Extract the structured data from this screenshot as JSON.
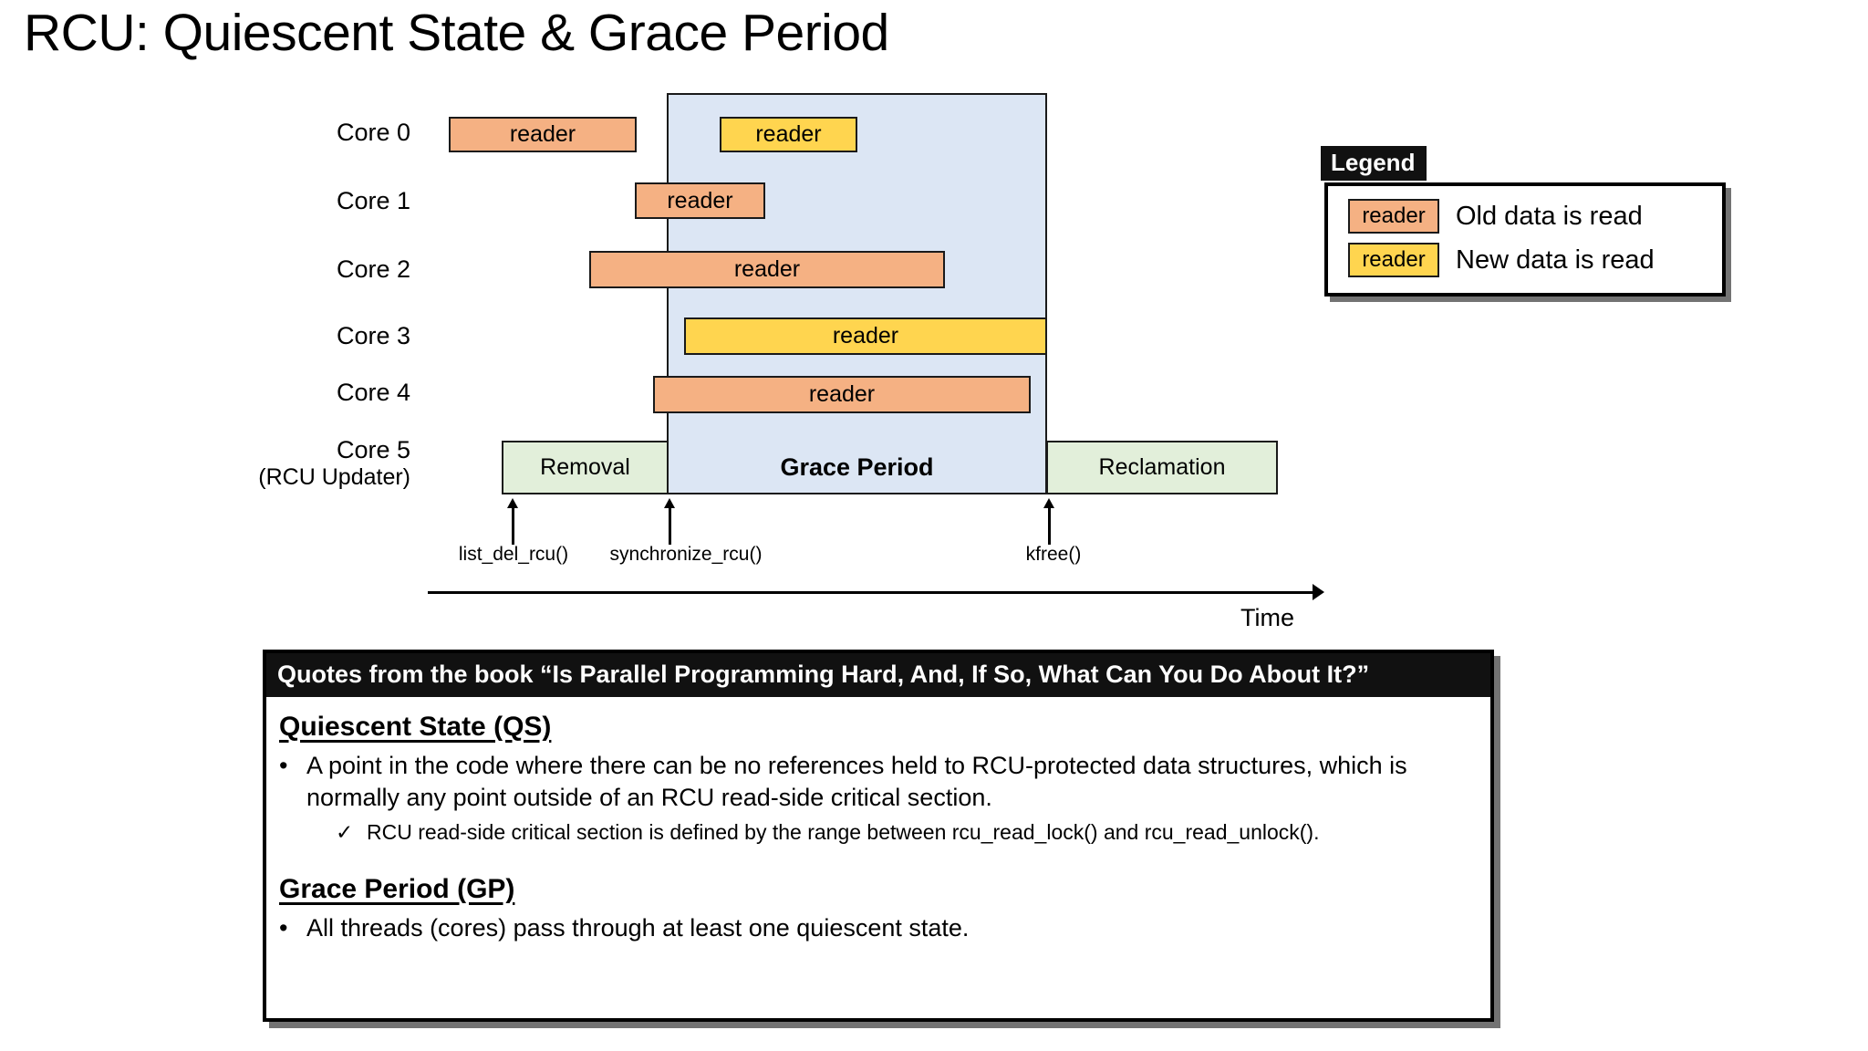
{
  "slide": {
    "title": "RCU: Quiescent State & Grace Period"
  },
  "diagram": {
    "cores": [
      {
        "label": "Core 0",
        "sub": ""
      },
      {
        "label": "Core 1",
        "sub": ""
      },
      {
        "label": "Core 2",
        "sub": ""
      },
      {
        "label": "Core 3",
        "sub": ""
      },
      {
        "label": "Core 4",
        "sub": ""
      },
      {
        "label": "Core 5",
        "sub": "(RCU Updater)"
      }
    ],
    "bars": [
      {
        "core": 0,
        "label": "reader",
        "kind": "old"
      },
      {
        "core": 0,
        "label": "reader",
        "kind": "new"
      },
      {
        "core": 1,
        "label": "reader",
        "kind": "old"
      },
      {
        "core": 2,
        "label": "reader",
        "kind": "old"
      },
      {
        "core": 3,
        "label": "reader",
        "kind": "new"
      },
      {
        "core": 4,
        "label": "reader",
        "kind": "old"
      },
      {
        "core": 5,
        "label": "Removal",
        "kind": "upd"
      },
      {
        "core": 5,
        "label": "Grace Period",
        "kind": "gp"
      },
      {
        "core": 5,
        "label": "Reclamation",
        "kind": "upd"
      }
    ],
    "labels": {
      "removal": "Removal",
      "grace_period": "Grace Period",
      "reclamation": "Reclamation",
      "reader": "reader"
    },
    "events": [
      {
        "label": "list_del_rcu()"
      },
      {
        "label": "synchronize_rcu()"
      },
      {
        "label": "kfree()"
      }
    ],
    "axis_label": "Time",
    "colors": {
      "old_reader": "#f5b183",
      "new_reader": "#ffd54f",
      "grace_period": "#dce6f4",
      "updater": "#e2efda",
      "outline": "#1a1a1a"
    }
  },
  "legend": {
    "title": "Legend",
    "rows": [
      {
        "swatch_label": "reader",
        "kind": "old",
        "text": "Old data is read"
      },
      {
        "swatch_label": "reader",
        "kind": "new",
        "text": "New data is read"
      }
    ]
  },
  "quotes": {
    "header": "Quotes from the book “Is Parallel Programming Hard, And, If So, What Can You Do About It?”",
    "sections": [
      {
        "heading": "Quiescent State (QS)",
        "bullet_marker": "•",
        "bullet": "A point in the code where there can be no references held to RCU-protected data structures, which is normally any point outside of an RCU read-side critical section.",
        "sub_marker": "✓",
        "sub": "RCU read-side critical section is defined by the range between rcu_read_lock() and rcu_read_unlock()."
      },
      {
        "heading": "Grace Period (GP)",
        "bullet_marker": "•",
        "bullet": "All threads (cores) pass through at least one quiescent state.",
        "sub_marker": "",
        "sub": ""
      }
    ]
  }
}
